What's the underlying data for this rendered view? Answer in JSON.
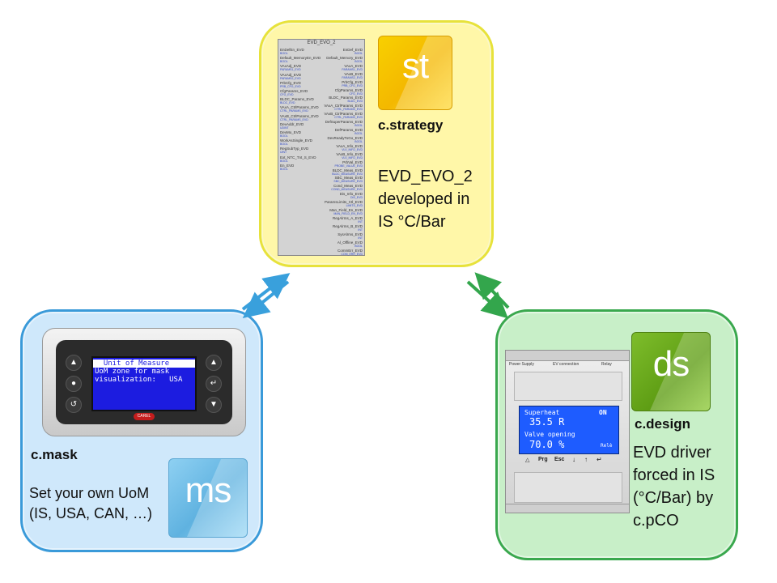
{
  "strategy": {
    "block_title": "EVD_EVO_2",
    "left_pins": [
      {
        "name": "EnDefEn_EVD",
        "type": "BOOL"
      },
      {
        "name": "Default_MemoryEn_EVD",
        "type": "BOOL"
      },
      {
        "name": "VAxAdj_EVD",
        "type": "PARAMS1_EVD"
      },
      {
        "name": "VAxAdj_EVD",
        "type": "PARAMS2_EVD"
      },
      {
        "name": "PrbCfg_EVD",
        "type": "PRB_CFG_EVD"
      },
      {
        "name": "CfgParams_EVD",
        "type": "CFG_EVD"
      },
      {
        "name": "BLDC_Params_EVD",
        "type": "BLDC_EVD"
      },
      {
        "name": "VAxA_CtrlParams_EVD",
        "type": "CTRL_PARAMS_EVD"
      },
      {
        "name": "VAxB_CtrlParams_EVD",
        "type": "CTRL_PARAMS_EVD"
      },
      {
        "name": "DevAddr_EVD",
        "type": "UDINT"
      },
      {
        "name": "DevMo_EVD",
        "type": "BOOL"
      },
      {
        "name": "WorkAsSingle_EVD",
        "type": "BOOL"
      },
      {
        "name": "RegSubTyp_EVD",
        "type": "UINT"
      },
      {
        "name": "Ext_NTC_Tnt_S_EVD",
        "type": "BOOL"
      },
      {
        "name": "En_EVD",
        "type": "BOOL"
      }
    ],
    "right_pins": [
      {
        "name": "EnDef_EVD",
        "type": "BOOL"
      },
      {
        "name": "Default_Memory_EVD",
        "type": "BOOL"
      },
      {
        "name": "VAxA_EVD",
        "type": "PARAMS1_EVD"
      },
      {
        "name": "VAxB_EVD",
        "type": "PARAMS2_EVD"
      },
      {
        "name": "PrbCfg_EVD",
        "type": "PRB_CFG_EVD"
      },
      {
        "name": "CfgParams_EVD",
        "type": "CFG_EVD"
      },
      {
        "name": "BLDC_Params_EVD",
        "type": "BLDC_EVD"
      },
      {
        "name": "VAxA_CtrlParams_EVD",
        "type": "CTRL_PARAMS_EVD"
      },
      {
        "name": "VAxB_CtrlParams_EVD",
        "type": "CTRL_PARAMS_EVD"
      },
      {
        "name": "DefSuperParams_EVD",
        "type": "BOOL"
      },
      {
        "name": "DefParams_EVD",
        "type": "BOOL"
      },
      {
        "name": "DevReadyToGo_EVD",
        "type": "BOOL"
      },
      {
        "name": "VAxA_Info_EVD",
        "type": "VLV_INFO_EVD"
      },
      {
        "name": "VAxB_Info_EVD",
        "type": "VLV_INFO_EVD"
      },
      {
        "name": "PrbVal_EVD",
        "type": "PROBE_VALUE_EVD"
      },
      {
        "name": "BLDC_Meas_EVD",
        "type": "BLDC_MEASURE_EVD"
      },
      {
        "name": "SBC_Meas_EVD",
        "type": "SBC_MEASURE_EVD"
      },
      {
        "name": "Cond_Meas_EVD",
        "type": "COND_MEASURE_EVD"
      },
      {
        "name": "Dis_Info_EVD",
        "type": "DIS_EVD"
      },
      {
        "name": "ParamsLimits_Ctl_EVD",
        "type": "LIMITS_EVD"
      },
      {
        "name": "Man_Field_En_EVD",
        "type": "MAN_FIELD_EN_EVD"
      },
      {
        "name": "RegAlrms_A_EVD",
        "type": "INT"
      },
      {
        "name": "RegAlrms_B_EVD",
        "type": "INT"
      },
      {
        "name": "SysAlrms_EVD",
        "type": "INT"
      },
      {
        "name": "Al_Offline_EVD",
        "type": "BOOL"
      },
      {
        "name": "CommErr_EVD",
        "type": "COM_ERR_EVD"
      }
    ],
    "tile_text": "st",
    "name": "c.strategy",
    "description": [
      "EVD_EVO_2",
      "developed in",
      "IS °C/Bar"
    ]
  },
  "mask": {
    "screen_lines": [
      "  Unit of Measure   ",
      "UoM zone for mask",
      "visualization:   USA"
    ],
    "keypad_brand": "CAREL",
    "tile_text": "ms",
    "name": "c.mask",
    "description": [
      "Set your own UoM",
      "(IS, USA, CAN, …)"
    ]
  },
  "design": {
    "driver_labels": {
      "top_left": "Power Supply",
      "top_mid": "EV connection",
      "top_right": "Relay"
    },
    "driver_screen": {
      "line1": "Superheat",
      "value1": "35.5 R",
      "line2": "Valve opening",
      "value2": "70.0 %",
      "status": "ON",
      "relay": "Relè"
    },
    "driver_keys": [
      "Prg",
      "Esc"
    ],
    "tile_text": "ds",
    "name": "c.design",
    "description": [
      "EVD driver",
      "forced in IS",
      "(°C/Bar) by",
      "c.pCO"
    ]
  },
  "colors": {
    "strategy_panel": "#fff7a8",
    "strategy_border": "#e7e23b",
    "mask_panel": "#cfe8fb",
    "mask_border": "#3a9ad9",
    "design_panel": "#c8efc8",
    "design_border": "#3aa84e"
  }
}
